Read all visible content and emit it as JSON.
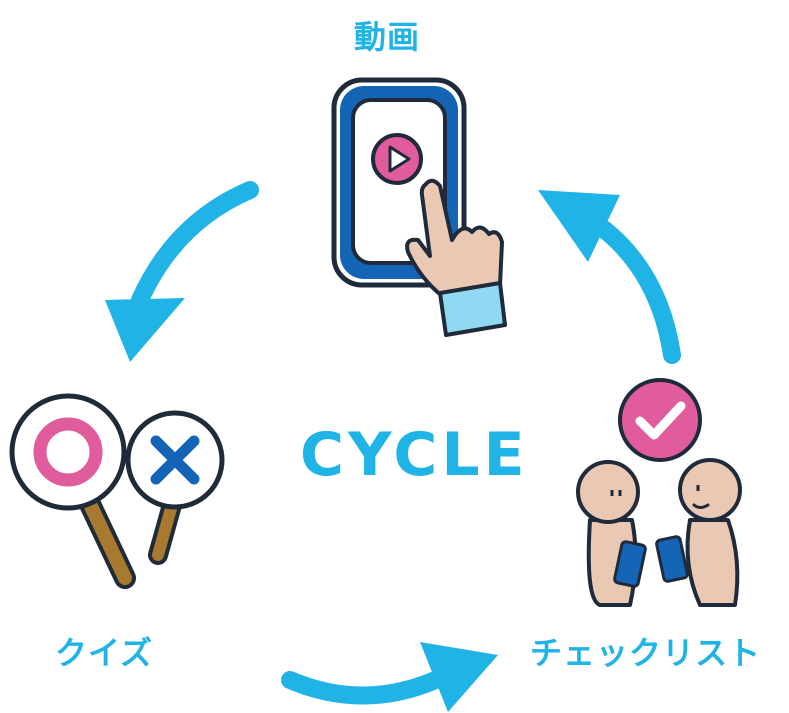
{
  "nodes": {
    "top": {
      "label": "動画"
    },
    "left": {
      "label": "クイズ"
    },
    "right": {
      "label": "チェックリスト"
    }
  },
  "center": {
    "label": "CYCLE"
  },
  "colors": {
    "accent": "#1fb3e6",
    "phone": "#1565b6",
    "pink": "#e05c9c",
    "skin": "#e9c9b3",
    "outline": "#1f2a3a"
  },
  "icons": {
    "top": "phone-play-touch-icon",
    "left": "maru-batsu-paddles-icon",
    "right": "two-people-phones-check-icon"
  }
}
